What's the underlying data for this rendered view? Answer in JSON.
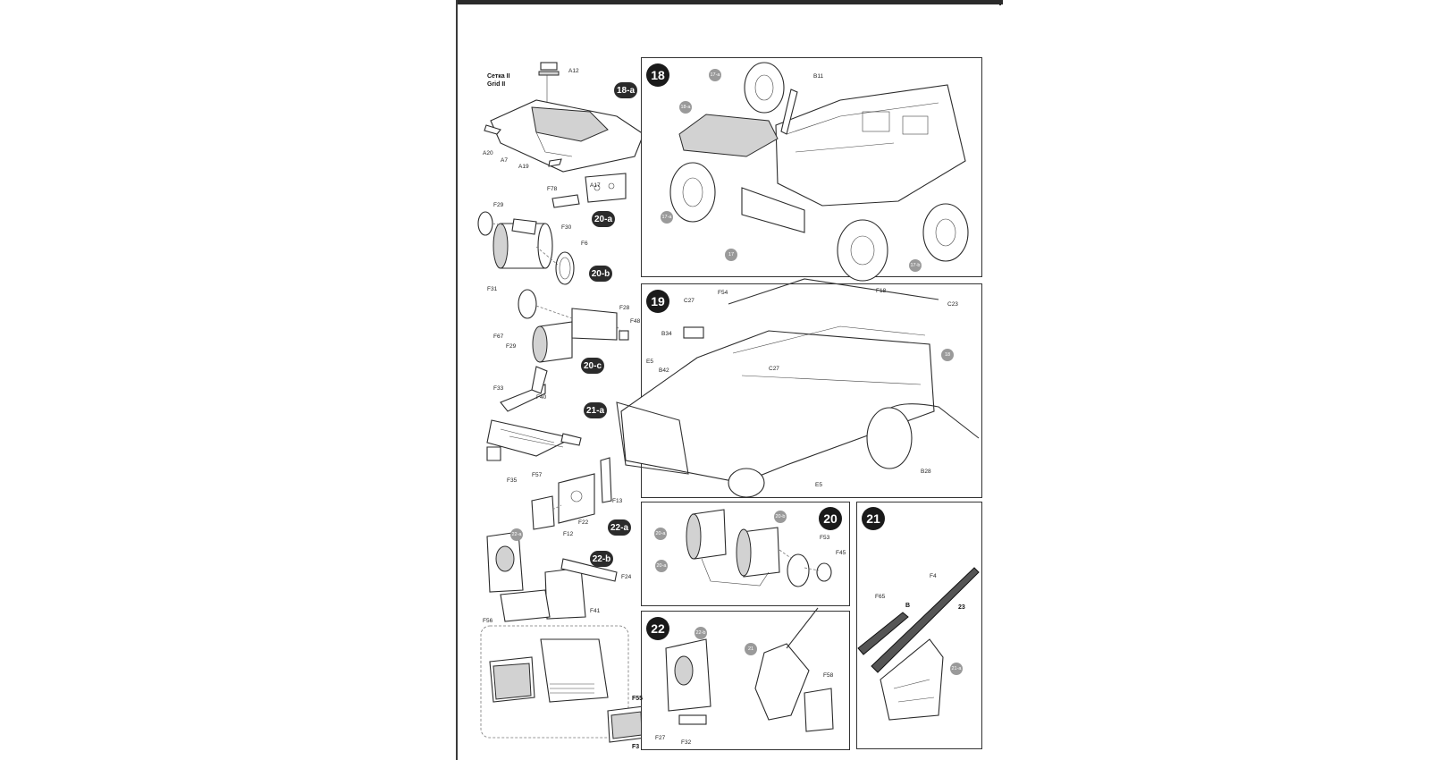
{
  "step_18": {
    "number": "18",
    "labels": {
      "a17a": "17-a",
      "a18a": "18-a",
      "b11": "B11",
      "a17b": "17-a",
      "a17c": "17",
      "a17d": "17-b"
    }
  },
  "step_19": {
    "number": "19",
    "labels": {
      "c27a": "C27",
      "f54": "F54",
      "b34": "B34",
      "e5a": "E5",
      "b42": "B42",
      "c27b": "C27",
      "f18": "F18",
      "c23": "C23",
      "ref18": "18",
      "e5b": "E5",
      "b28": "B28"
    }
  },
  "step_20": {
    "number": "20",
    "labels": {
      "r20a": "20-a",
      "r20b": "20-b",
      "f53": "F53",
      "f45": "F45",
      "r20a2": "20-a"
    }
  },
  "step_21": {
    "number": "21",
    "labels": {
      "f65": "F65",
      "f4": "F4",
      "star_b": "B",
      "star_23": "23",
      "r21a": "21-a"
    }
  },
  "step_22": {
    "number": "22",
    "labels": {
      "r22b": "22-b",
      "r21": "21",
      "f58": "F58",
      "star_f55": "F55",
      "f27": "F27",
      "f32": "F32",
      "star_f3": "F3"
    }
  },
  "sub_18a": {
    "badge": "18-a",
    "labels": {
      "grid_ru": "Сетка II",
      "grid_en": "Grid II",
      "a12": "A12",
      "a20": "A20",
      "a7": "A7",
      "a19": "A19"
    }
  },
  "sub_20a": {
    "badge": "20-a",
    "labels": {
      "a17": "A17",
      "f78": "F78",
      "f29": "F29",
      "f30": "F30",
      "f6": "F6",
      "f31": "F31"
    }
  },
  "sub_20b": {
    "badge": "20-b"
  },
  "sub_20c": {
    "badge": "20-c",
    "labels": {
      "f67": "F67",
      "f28": "F28",
      "f48": "F48",
      "f29": "F29"
    }
  },
  "sub_21a": {
    "badge": "21-a",
    "labels": {
      "f33": "F33",
      "f40": "F40",
      "f35": "F35",
      "f57": "F57"
    }
  },
  "sub_22a": {
    "badge": "22-a",
    "labels": {
      "f13": "F13",
      "f12": "F12",
      "f22": "F22"
    }
  },
  "sub_22b": {
    "badge": "22-b",
    "labels": {
      "r22a": "22-a",
      "f24": "F24",
      "f41": "F41",
      "f56": "F56"
    }
  }
}
